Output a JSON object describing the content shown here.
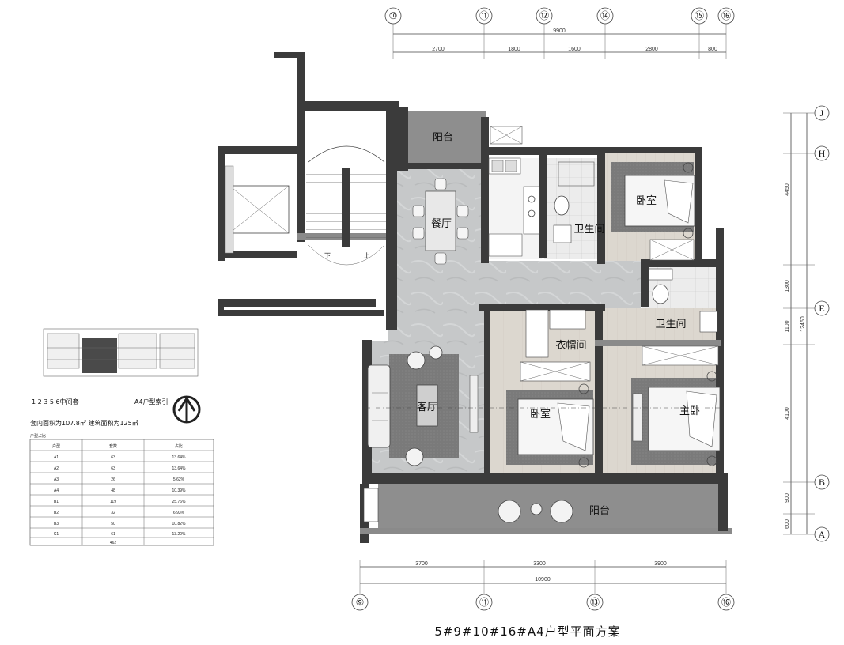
{
  "title": "5#9#10#16#A4户型平面方案",
  "top_axes": [
    "⑩",
    "⑪",
    "⑫",
    "⑭",
    "⑮",
    "⑯"
  ],
  "top_total": "9900",
  "top_dims": [
    "2700",
    "1800",
    "1600",
    "2800",
    "800"
  ],
  "bottom_axes": [
    "⑨",
    "⑪",
    "⑬",
    "⑯"
  ],
  "bottom_total": "10900",
  "bottom_dims": [
    "3700",
    "3300",
    "3900"
  ],
  "right_axes": [
    "J",
    "H",
    "E",
    "B",
    "A"
  ],
  "right_total": "12450",
  "right_dims": [
    "4450",
    "1300",
    "1100",
    "4100",
    "900",
    "600"
  ],
  "rooms": {
    "balcony_top": "阳台",
    "dining": "餐厅",
    "bath1": "卫生间",
    "bedroom_ne": "卧室",
    "bath2": "卫生间",
    "wardrobe": "衣帽间",
    "living": "客厅",
    "bedroom_mid": "卧室",
    "master": "主卧",
    "balcony_bottom": "阳台",
    "stair_down": "下",
    "stair_up": "上"
  },
  "index": {
    "caption": "1 2 3 5 6中间套",
    "plan_label": "A4户型索引",
    "area": "套内面积为107.8㎡ 建筑面积为125㎡",
    "table_title": "户型占比",
    "headers": [
      "户型",
      "套数",
      "占比"
    ],
    "rows": [
      [
        "A1",
        "63",
        "13.64%"
      ],
      [
        "A2",
        "63",
        "13.64%"
      ],
      [
        "A3",
        "26",
        "5.62%"
      ],
      [
        "A4",
        "48",
        "10.39%"
      ],
      [
        "B1",
        "119",
        "25.76%"
      ],
      [
        "B2",
        "32",
        "6.93%"
      ],
      [
        "B3",
        "50",
        "10.82%"
      ],
      [
        "C1",
        "61",
        "13.20%"
      ]
    ],
    "total": "462"
  },
  "colors": {
    "wall": "#3b3b3b",
    "floor_tile": "#c9cacb",
    "floor_wood": "#ddd8d0",
    "rug": "#7b7b7b",
    "balcony": "#8e8e8e"
  }
}
